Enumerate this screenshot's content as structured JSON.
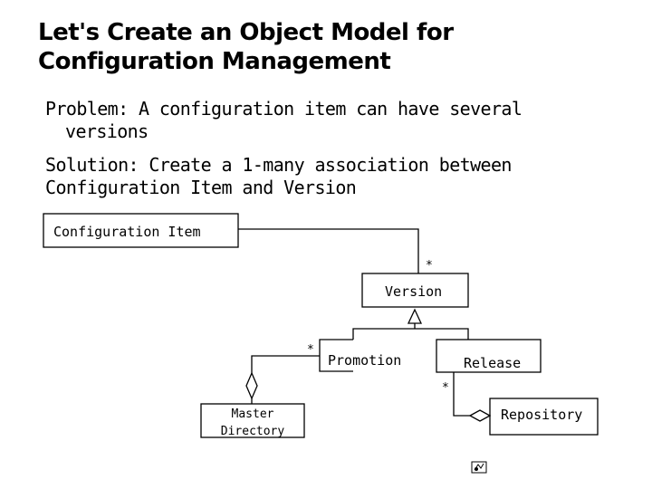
{
  "title": {
    "line1": "Let's Create an Object Model for",
    "line2": "Configuration Management"
  },
  "problem": {
    "line1": "Problem: A configuration item can have several",
    "line2": "versions"
  },
  "solution": {
    "line1": "Solution: Create  a 1-many association between",
    "line2": "Configuration Item and Version"
  },
  "diagram": {
    "classes": {
      "configuration_item": "Configuration Item",
      "version": "Version",
      "promotion": "Promotion",
      "release": "Release",
      "master_directory_line1": "Master",
      "master_directory_line2": "Directory",
      "repository": "Repository"
    },
    "multiplicities": {
      "config_to_version": "*",
      "promotion_end": "*",
      "release_end": "*"
    },
    "icons": {
      "corner": "slide-navigation-icon"
    }
  }
}
